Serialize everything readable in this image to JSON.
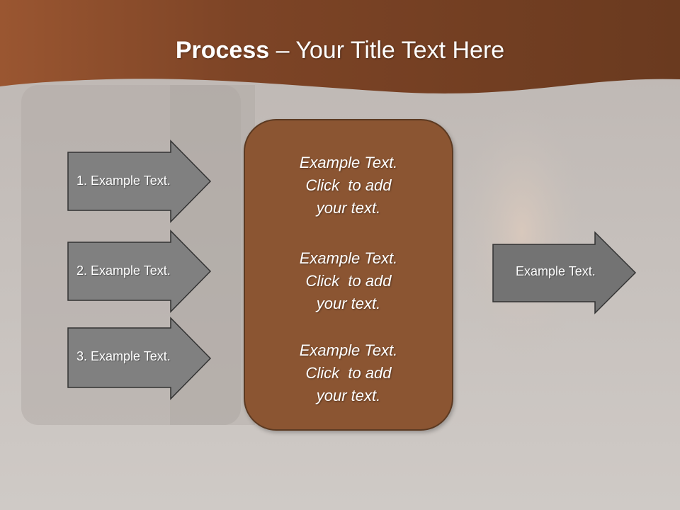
{
  "title": {
    "bold": "Process",
    "rest": " – Your Title Text Here"
  },
  "inputs": [
    {
      "label": "1. Example Text."
    },
    {
      "label": "2. Example Text."
    },
    {
      "label": "3. Example Text."
    }
  ],
  "center_blocks": [
    {
      "lines": [
        "Example Text.",
        "Click  to add",
        "your text."
      ]
    },
    {
      "lines": [
        "Example Text.",
        "Click  to add",
        "your text."
      ]
    },
    {
      "lines": [
        "Example Text.",
        "Click  to add",
        "your text."
      ]
    }
  ],
  "output": {
    "label": "Example Text."
  },
  "colors": {
    "header_brown": "#7b4424",
    "box_brown": "#8b5532",
    "arrow_gray": "#808080",
    "background": "#c9c3bf"
  }
}
